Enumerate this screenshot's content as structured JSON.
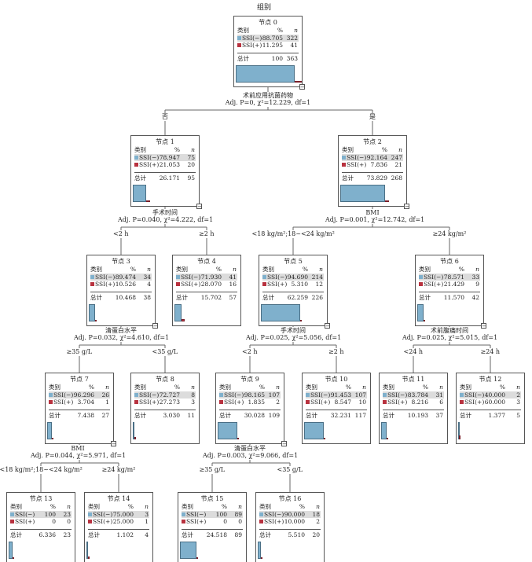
{
  "title": "组别",
  "labels": {
    "col_cat": "类别",
    "col_pct": "%",
    "col_n": "n",
    "total": "总计",
    "neg": "SSI(−)",
    "pos": "SSI(+)"
  },
  "colors": {
    "neg": "#7fb0cc",
    "pos": "#b8323f"
  },
  "nodes": [
    {
      "name": "节点 0",
      "neg_pct": "88.705",
      "neg_n": "322",
      "pos_pct": "11.295",
      "pos_n": "41",
      "tot_pct": "100",
      "tot_n": "363",
      "frac_neg": 0.887,
      "frac_tot": 1.0
    },
    {
      "name": "节点 1",
      "neg_pct": "78.947",
      "neg_n": "75",
      "pos_pct": "21.053",
      "pos_n": "20",
      "tot_pct": "26.171",
      "tot_n": "95",
      "frac_neg": 0.789,
      "frac_tot": 0.262
    },
    {
      "name": "节点 2",
      "neg_pct": "92.164",
      "neg_n": "247",
      "pos_pct": "7.836",
      "pos_n": "21",
      "tot_pct": "73.829",
      "tot_n": "268",
      "frac_neg": 0.922,
      "frac_tot": 0.738
    },
    {
      "name": "节点 3",
      "neg_pct": "89.474",
      "neg_n": "34",
      "pos_pct": "10.526",
      "pos_n": "4",
      "tot_pct": "10.468",
      "tot_n": "38",
      "frac_neg": 0.895,
      "frac_tot": 0.105
    },
    {
      "name": "节点 4",
      "neg_pct": "71.930",
      "neg_n": "41",
      "pos_pct": "28.070",
      "pos_n": "16",
      "tot_pct": "15.702",
      "tot_n": "57",
      "frac_neg": 0.719,
      "frac_tot": 0.157
    },
    {
      "name": "节点 5",
      "neg_pct": "94.690",
      "neg_n": "214",
      "pos_pct": "5.310",
      "pos_n": "12",
      "tot_pct": "62.259",
      "tot_n": "226",
      "frac_neg": 0.947,
      "frac_tot": 0.623
    },
    {
      "name": "节点 6",
      "neg_pct": "78.571",
      "neg_n": "33",
      "pos_pct": "21.429",
      "pos_n": "9",
      "tot_pct": "11.570",
      "tot_n": "42",
      "frac_neg": 0.786,
      "frac_tot": 0.116
    },
    {
      "name": "节点 7",
      "neg_pct": "96.296",
      "neg_n": "26",
      "pos_pct": "3.704",
      "pos_n": "1",
      "tot_pct": "7.438",
      "tot_n": "27",
      "frac_neg": 0.963,
      "frac_tot": 0.074
    },
    {
      "name": "节点 8",
      "neg_pct": "72.727",
      "neg_n": "8",
      "pos_pct": "27.273",
      "pos_n": "3",
      "tot_pct": "3.030",
      "tot_n": "11",
      "frac_neg": 0.727,
      "frac_tot": 0.03
    },
    {
      "name": "节点 9",
      "neg_pct": "98.165",
      "neg_n": "107",
      "pos_pct": "1.835",
      "pos_n": "2",
      "tot_pct": "30.028",
      "tot_n": "109",
      "frac_neg": 0.982,
      "frac_tot": 0.3
    },
    {
      "name": "节点 10",
      "neg_pct": "91.453",
      "neg_n": "107",
      "pos_pct": "8.547",
      "pos_n": "10",
      "tot_pct": "32.231",
      "tot_n": "117",
      "frac_neg": 0.915,
      "frac_tot": 0.322
    },
    {
      "name": "节点 11",
      "neg_pct": "83.784",
      "neg_n": "31",
      "pos_pct": "8.216",
      "pos_n": "6",
      "tot_pct": "10.193",
      "tot_n": "37",
      "frac_neg": 0.838,
      "frac_tot": 0.102
    },
    {
      "name": "节点 12",
      "neg_pct": "40.000",
      "neg_n": "2",
      "pos_pct": "60.000",
      "pos_n": "3",
      "tot_pct": "1.377",
      "tot_n": "5",
      "frac_neg": 0.4,
      "frac_tot": 0.014
    },
    {
      "name": "节点 13",
      "neg_pct": "100",
      "neg_n": "23",
      "pos_pct": "0",
      "pos_n": "0",
      "tot_pct": "6.336",
      "tot_n": "23",
      "frac_neg": 1.0,
      "frac_tot": 0.063
    },
    {
      "name": "节点 14",
      "neg_pct": "75.000",
      "neg_n": "3",
      "pos_pct": "25.000",
      "pos_n": "1",
      "tot_pct": "1.102",
      "tot_n": "4",
      "frac_neg": 0.75,
      "frac_tot": 0.011
    },
    {
      "name": "节点 15",
      "neg_pct": "100",
      "neg_n": "89",
      "pos_pct": "0",
      "pos_n": "0",
      "tot_pct": "24.518",
      "tot_n": "89",
      "frac_neg": 1.0,
      "frac_tot": 0.245
    },
    {
      "name": "节点 16",
      "neg_pct": "90.000",
      "neg_n": "18",
      "pos_pct": "10.000",
      "pos_n": "2",
      "tot_pct": "5.510",
      "tot_n": "20",
      "frac_neg": 0.9,
      "frac_tot": 0.055
    }
  ],
  "splits": [
    {
      "var": "术前应用抗菌药物",
      "stat": "Adj. P=0, χ²=12.229, df=1"
    },
    {
      "var": "手术时间",
      "stat": "Adj. P=0.040, χ²=4.222, df=1"
    },
    {
      "var": "BMI",
      "stat": "Adj. P=0.001, χ²=12.742, df=1"
    },
    {
      "var": "清蛋白水平",
      "stat": "Adj. P=0.032, χ²=4.610, df=1"
    },
    {
      "var": "手术时间",
      "stat": "Adj. P=0.025, χ²=5.056, df=1"
    },
    {
      "var": "术前腹痛时间",
      "stat": "Adj. P=0.025, χ²=5.015, df=1"
    },
    {
      "var": "BMI",
      "stat": "Adj. P=0.044, χ²=5.971, df=1"
    },
    {
      "var": "清蛋白水平",
      "stat": "Adj. P=0.003, χ²=9.066, df=1"
    }
  ],
  "branches": [
    "否",
    "是",
    "<2 h",
    "≥2 h",
    "<18 kg/m²;18~<24 kg/m²",
    "≥24 kg/m²",
    "≥35 g/L",
    "<35 g/L",
    "<2 h",
    "≥2 h",
    "<24 h",
    "≥24 h",
    "<18 kg/m²;18~<24 kg/m²",
    "≥24 kg/m²",
    "≥35 g/L",
    "<35 g/L"
  ]
}
